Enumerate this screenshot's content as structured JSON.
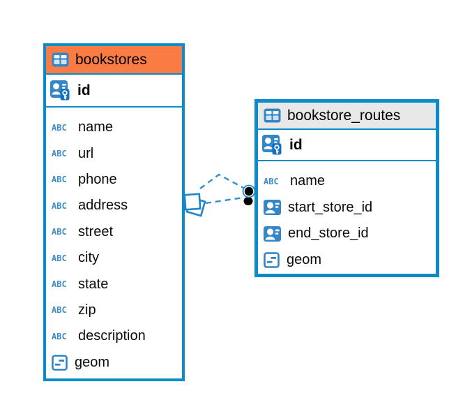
{
  "canvas": {
    "background": "#ffffff"
  },
  "colors": {
    "table_border": "#0b8bc9",
    "bookstores_header_bg": "#F97C44",
    "routes_header_bg": "#E8E8E8",
    "icon_blue": "#3486c7",
    "varchar_icon_blue": "#3d8ec9",
    "relation_line": "#2e8fd4"
  },
  "tables": {
    "bookstores": {
      "title": "bookstores",
      "header_icon": "table-icon",
      "pk": {
        "label": "id",
        "icon": "primary-key-icon"
      },
      "columns": [
        {
          "label": "name",
          "icon": "varchar-icon"
        },
        {
          "label": "url",
          "icon": "varchar-icon"
        },
        {
          "label": "phone",
          "icon": "varchar-icon"
        },
        {
          "label": "address",
          "icon": "varchar-icon"
        },
        {
          "label": "street",
          "icon": "varchar-icon"
        },
        {
          "label": "city",
          "icon": "varchar-icon"
        },
        {
          "label": "state",
          "icon": "varchar-icon"
        },
        {
          "label": "zip",
          "icon": "varchar-icon"
        },
        {
          "label": "description",
          "icon": "varchar-icon"
        },
        {
          "label": "geom",
          "icon": "geometry-icon"
        }
      ]
    },
    "bookstore_routes": {
      "title": "bookstore_routes",
      "header_icon": "table-icon",
      "pk": {
        "label": "id",
        "icon": "primary-key-icon"
      },
      "columns": [
        {
          "label": "name",
          "icon": "varchar-icon"
        },
        {
          "label": "start_store_id",
          "icon": "foreign-key-icon"
        },
        {
          "label": "end_store_id",
          "icon": "foreign-key-icon"
        },
        {
          "label": "geom",
          "icon": "geometry-icon"
        }
      ]
    }
  },
  "relation": {
    "source_table": "bookstores",
    "target_table": "bookstore_routes",
    "line_style": "dashed",
    "line_count": 2,
    "source_anchor_icon": "overlapping-squares-anchor",
    "target_anchor_icon": "dot-anchor"
  }
}
